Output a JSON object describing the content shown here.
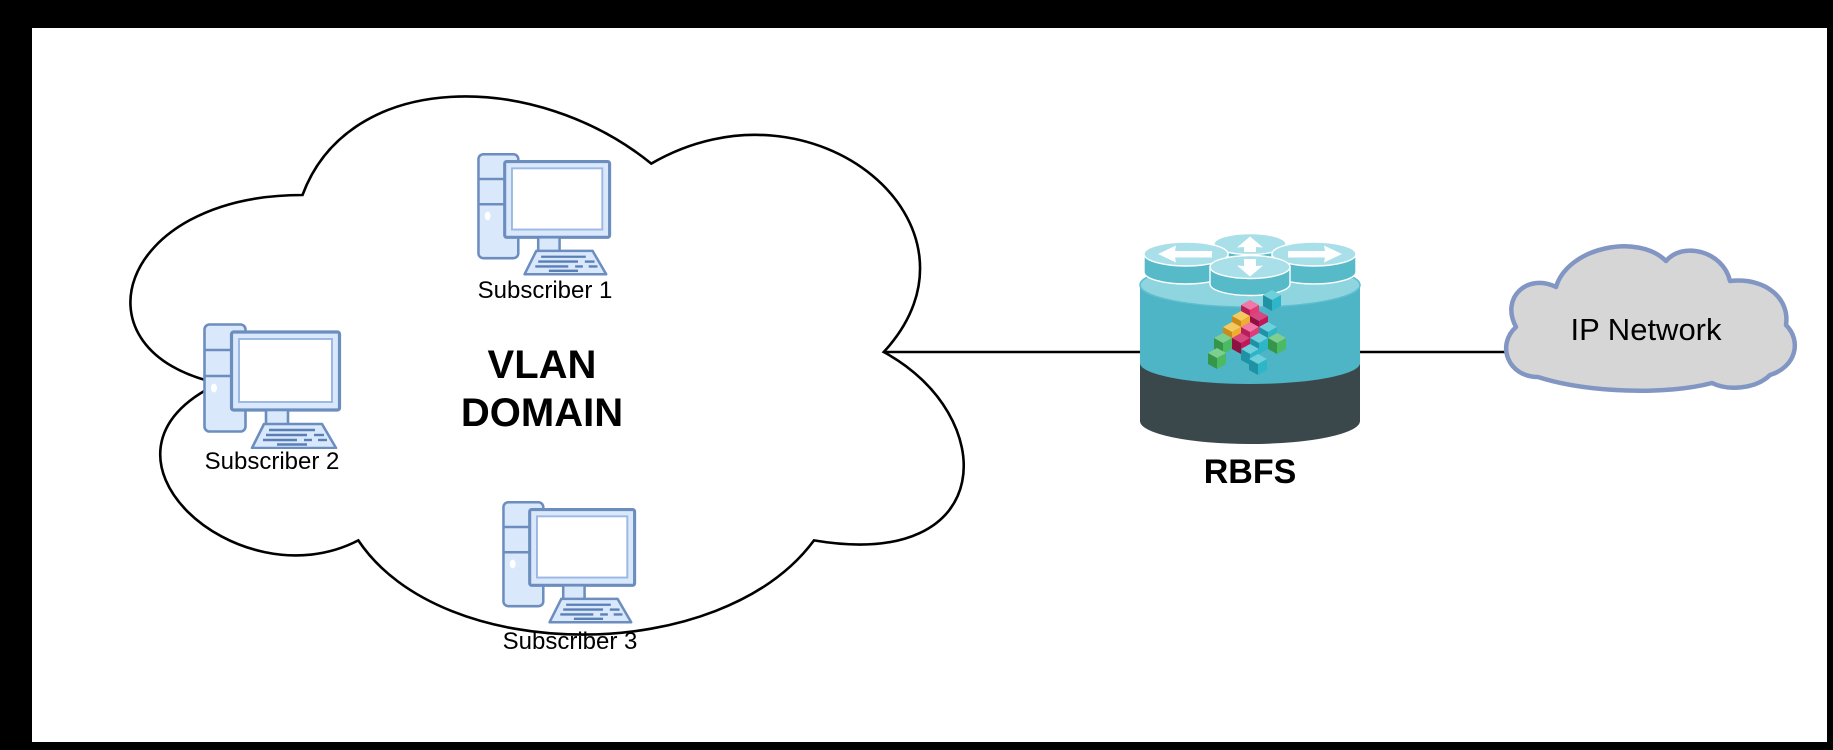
{
  "diagram": {
    "vlan_cloud": {
      "label_lines": [
        "VLAN",
        "DOMAIN"
      ],
      "subscribers": [
        {
          "label": "Subscriber 1"
        },
        {
          "label": "Subscriber 2"
        },
        {
          "label": "Subscriber 3"
        }
      ]
    },
    "router": {
      "label": "RBFS"
    },
    "ip_cloud": {
      "label": "IP Network"
    }
  },
  "colors": {
    "frame": "#000000",
    "canvas": "#ffffff",
    "line": "#000000",
    "pc_fill": "#dae8fc",
    "pc_stroke": "#6c8ebf",
    "cloud_stroke": "#000000",
    "router_body_teal": "#4db5c5",
    "router_top_teal": "#8ed5df",
    "router_small_cyl_top": "#a9dfe8",
    "router_small_cyl_side": "#57bac9",
    "router_base_dark": "#3b484b",
    "router_arrow": "#ffffff",
    "ip_cloud_fill": "#d6d6d6",
    "ip_cloud_stroke": "#8296c4",
    "logo_palette": [
      "#e23a7a",
      "#c2185b",
      "#efae2e",
      "#2fb5c8",
      "#4cb963"
    ]
  }
}
